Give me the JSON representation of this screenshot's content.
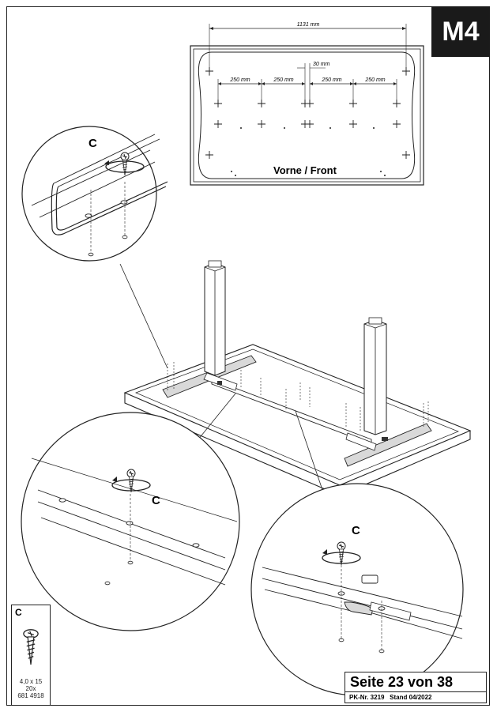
{
  "step_badge": "M4",
  "top_view": {
    "dim_total": "1131 mm",
    "dim_center": "30 mm",
    "dim_left_outer": "250 mm",
    "dim_left_inner": "250 mm",
    "dim_right_inner": "250 mm",
    "dim_right_outer": "250 mm",
    "front_label": "Vorne / Front"
  },
  "callouts": {
    "top_left": "C",
    "bottom_left": "C",
    "bottom_right": "C"
  },
  "parts": {
    "letter": "C",
    "size": "4,0 x 15",
    "quantity": "20x",
    "article_no": "681 4918"
  },
  "footer": {
    "page": "Seite 23 von 38",
    "doc_number": "PK-Nr. 3219",
    "version": "Stand 04/2022"
  }
}
